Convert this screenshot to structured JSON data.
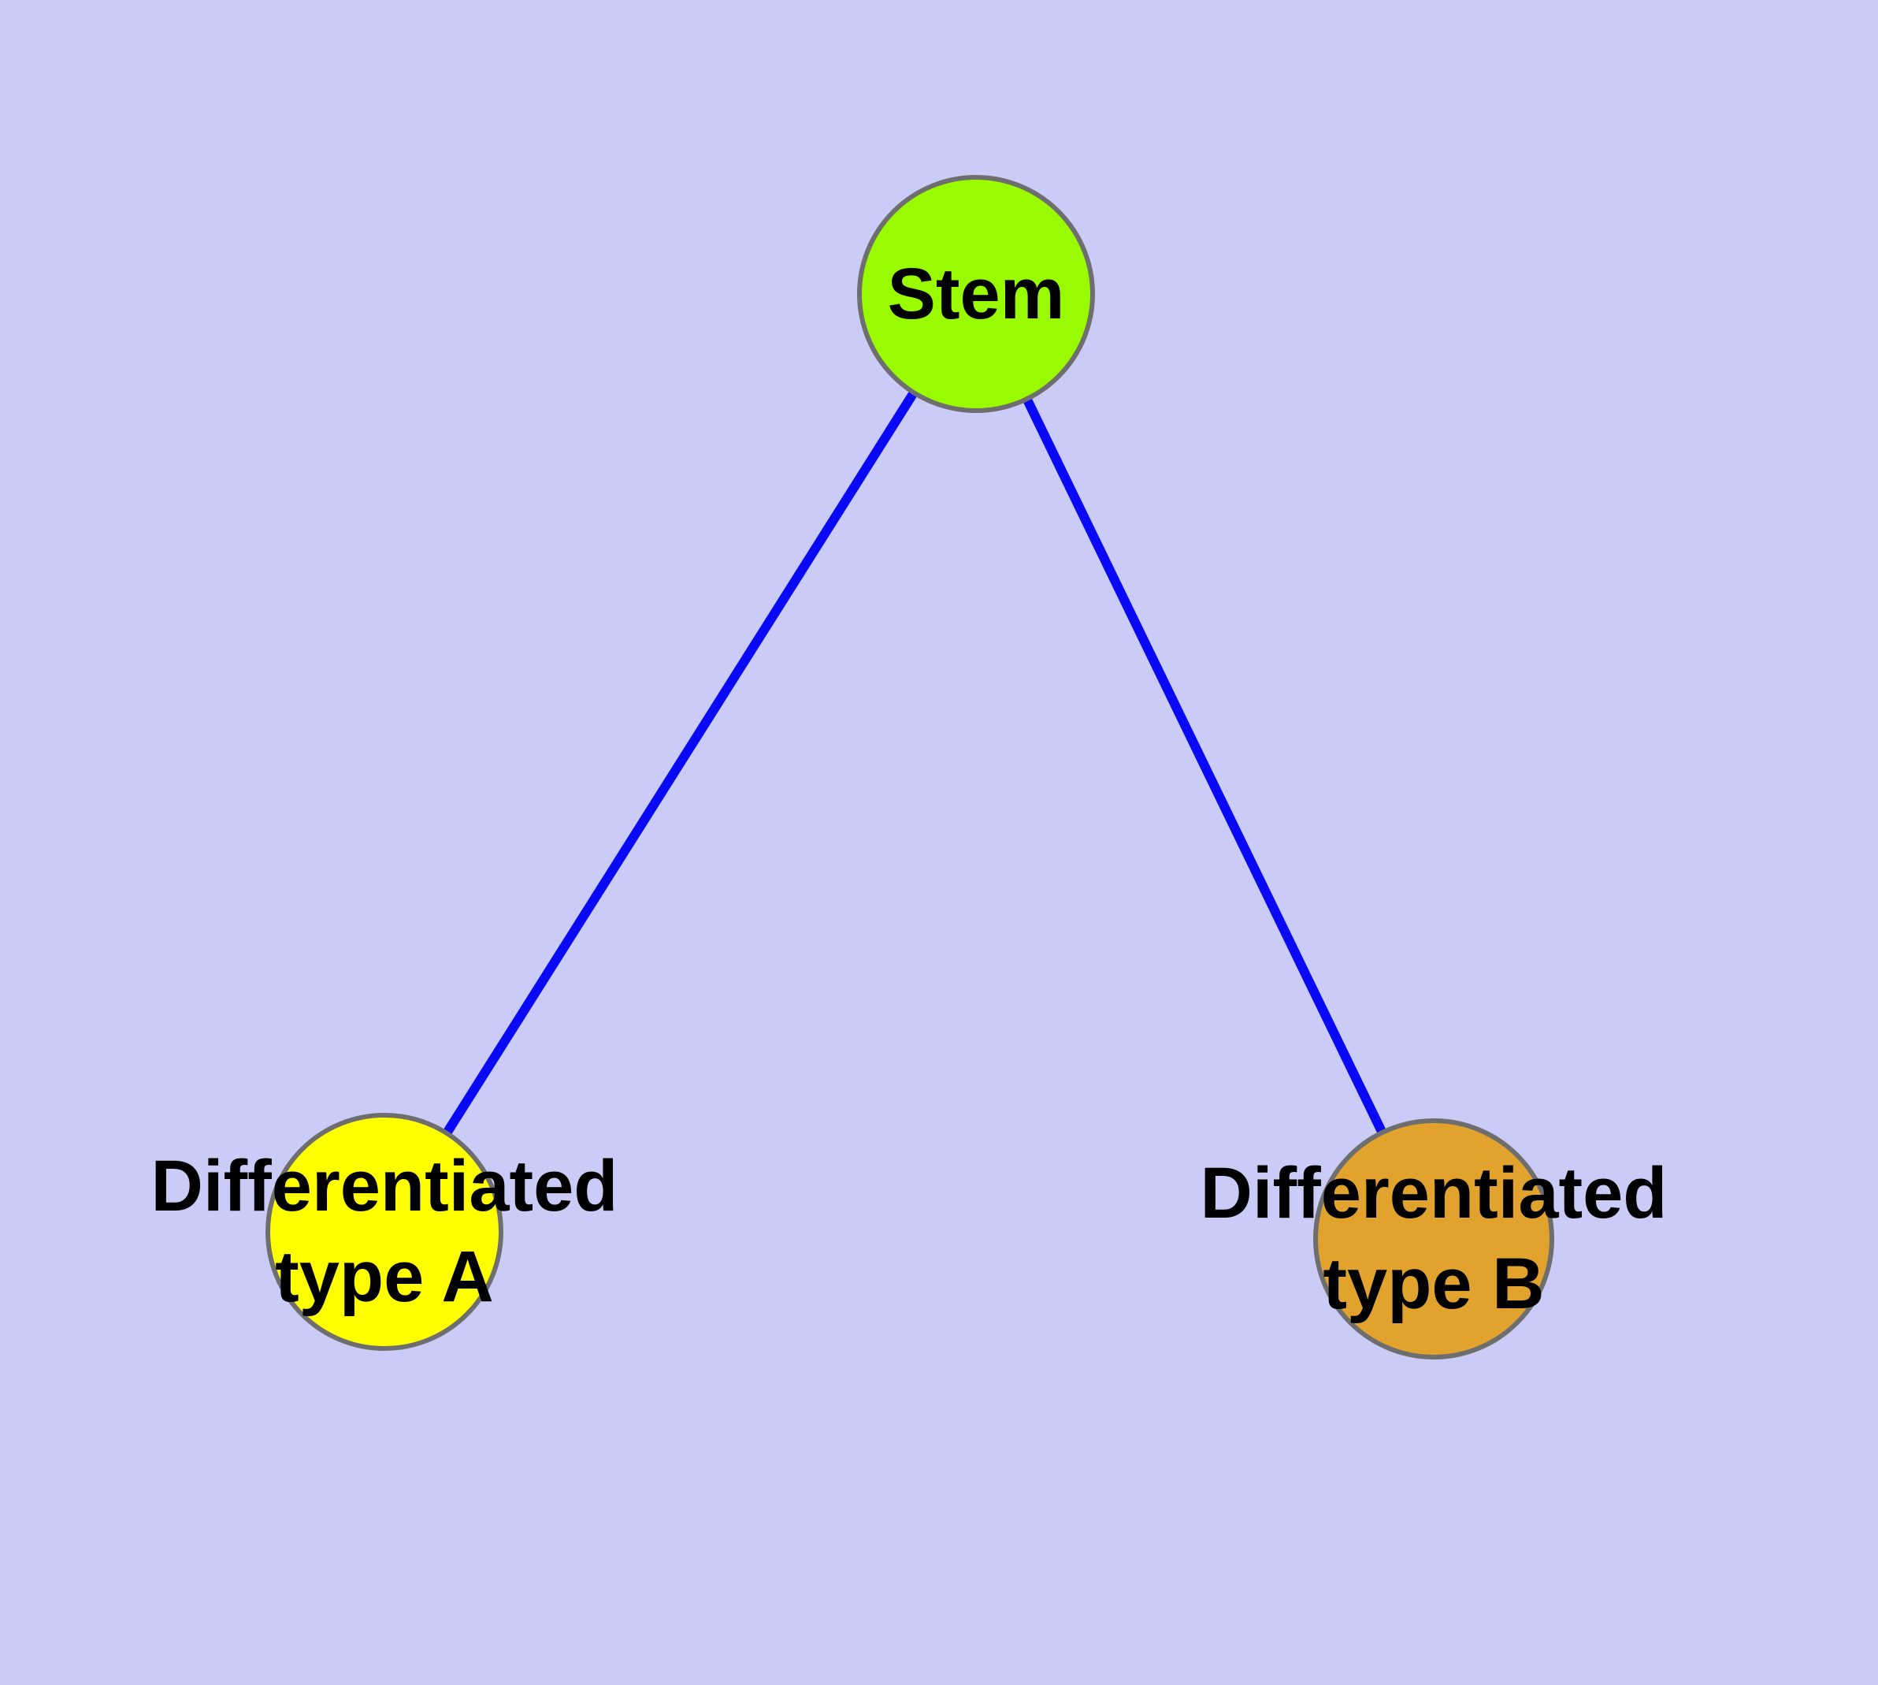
{
  "background_color": "#CBCBF8",
  "edge_color": "#0909F5",
  "node_border_color": "#6E6E6E",
  "node_label_color": "#000000",
  "graph": {
    "type": "tree-diagram",
    "description": "Stem cell differentiation diagram: one parent node linked to two child nodes",
    "nodes": [
      {
        "id": "stem",
        "label": "Stem",
        "label_lines": [
          "Stem"
        ],
        "fill": "#9AFB00"
      },
      {
        "id": "differentiated-type-a",
        "label": "Differentiated type A",
        "label_lines": [
          "Differentiated",
          "type A"
        ],
        "fill": "#FFFF00"
      },
      {
        "id": "differentiated-type-b",
        "label": "Differentiated type B",
        "label_lines": [
          "Differentiated",
          "type B"
        ],
        "fill": "#E2A32E"
      }
    ],
    "edges": [
      {
        "from": "Stem",
        "to": "Differentiated type A"
      },
      {
        "from": "Stem",
        "to": "Differentiated type B"
      }
    ]
  }
}
